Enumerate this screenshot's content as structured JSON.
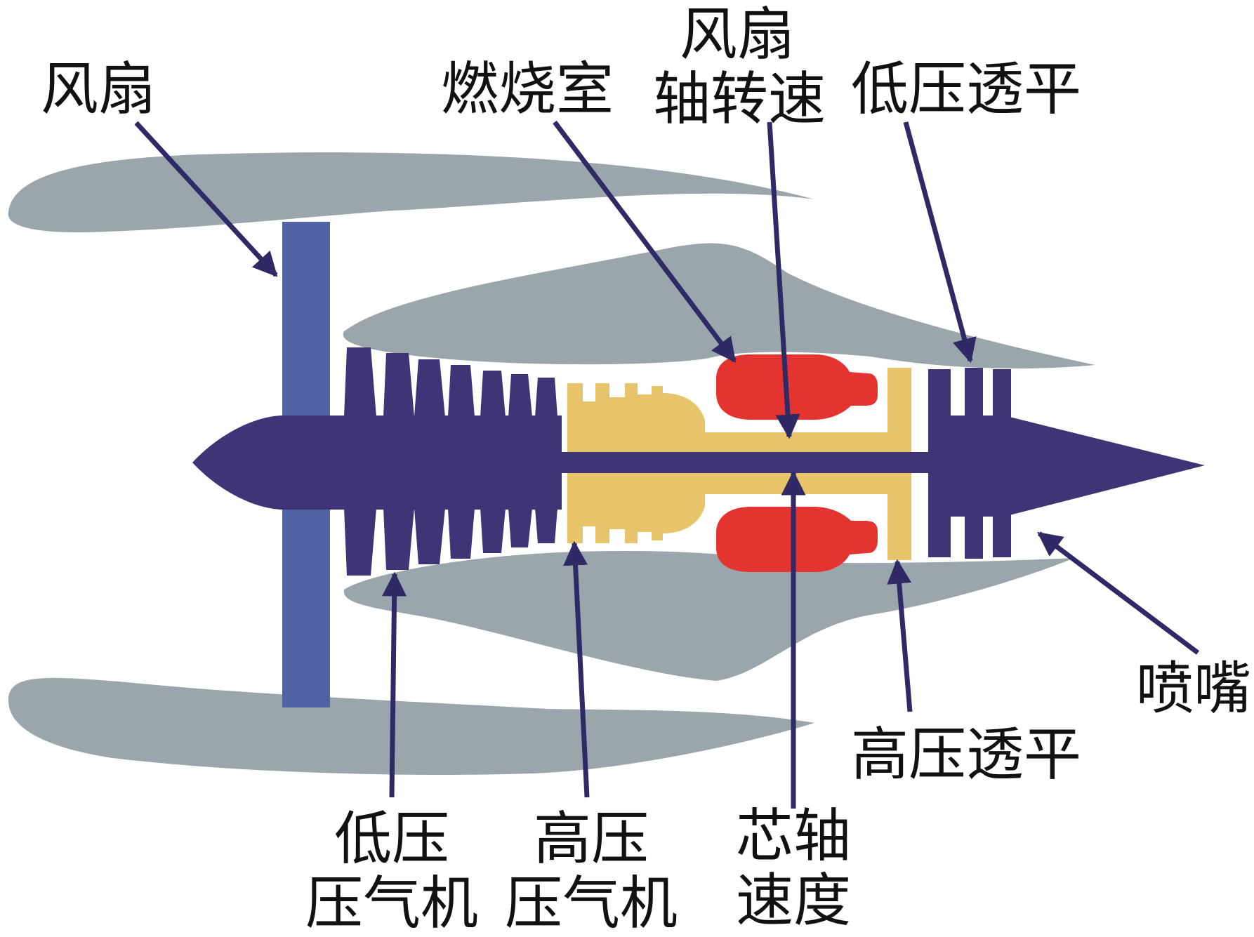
{
  "diagram": {
    "labels": {
      "fan": "风扇",
      "combustor": "燃烧室",
      "fan_speed": [
        "风扇",
        "轴转速"
      ],
      "lp_turbine": "低压透平",
      "nozzle": "喷嘴",
      "hp_turbine": "高压透平",
      "lp_compressor": [
        "低压",
        "压气机"
      ],
      "hp_compressor": [
        "高压",
        "压气机"
      ],
      "core_speed": [
        "芯轴",
        "速度"
      ]
    },
    "colors": {
      "nacelle": "#9aa6ab",
      "fan_blade": "#4f62a1",
      "low_pressure_spool": "#3f3476",
      "high_pressure_spool": "#e7c46a",
      "combustor": "#e3342f",
      "arrow": "#2f2a66",
      "text": "#111111"
    }
  }
}
